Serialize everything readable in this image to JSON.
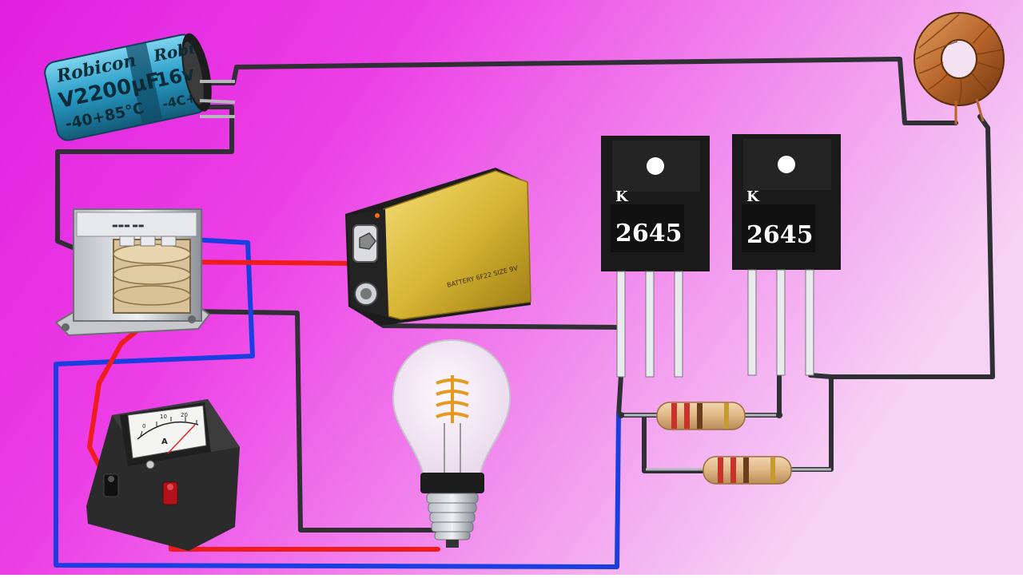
{
  "colors": {
    "background_left": "#e020e0",
    "background_right": "#f6d2f4",
    "wire_black": "#2e3033",
    "wire_red": "#ee1c1c",
    "wire_blue": "#1a3fe0",
    "capacitor_body": "#2a9ec8",
    "battery_gold": "#d9b634",
    "transistor_body": "#1a1a1a",
    "copper": "#b8652a"
  },
  "components": {
    "capacitor": {
      "icon": "electrolytic-capacitor-icon",
      "brand_front": "Robicon",
      "brand_side": "Robi",
      "capacitance": "2200μF",
      "voltage_front": "V",
      "voltage_side": "16v",
      "temp": "-40+85°C",
      "side_code": "-4C+"
    },
    "transformer": {
      "icon": "transformer-icon"
    },
    "battery": {
      "icon": "9v-battery-icon",
      "label": "BATTERY 6F22 SIZE 9V"
    },
    "transistors": [
      {
        "icon": "transistor-icon",
        "prefix": "K",
        "number": "2645"
      },
      {
        "icon": "transistor-icon",
        "prefix": "K",
        "number": "2645"
      }
    ],
    "toroid": {
      "icon": "toroidal-inductor-icon"
    },
    "bulb": {
      "icon": "filament-bulb-icon"
    },
    "ammeter": {
      "icon": "ammeter-icon",
      "unit": "A",
      "scale": [
        "0",
        "10",
        "20"
      ]
    },
    "resistors": [
      {
        "icon": "resistor-icon"
      },
      {
        "icon": "resistor-icon"
      }
    ]
  }
}
